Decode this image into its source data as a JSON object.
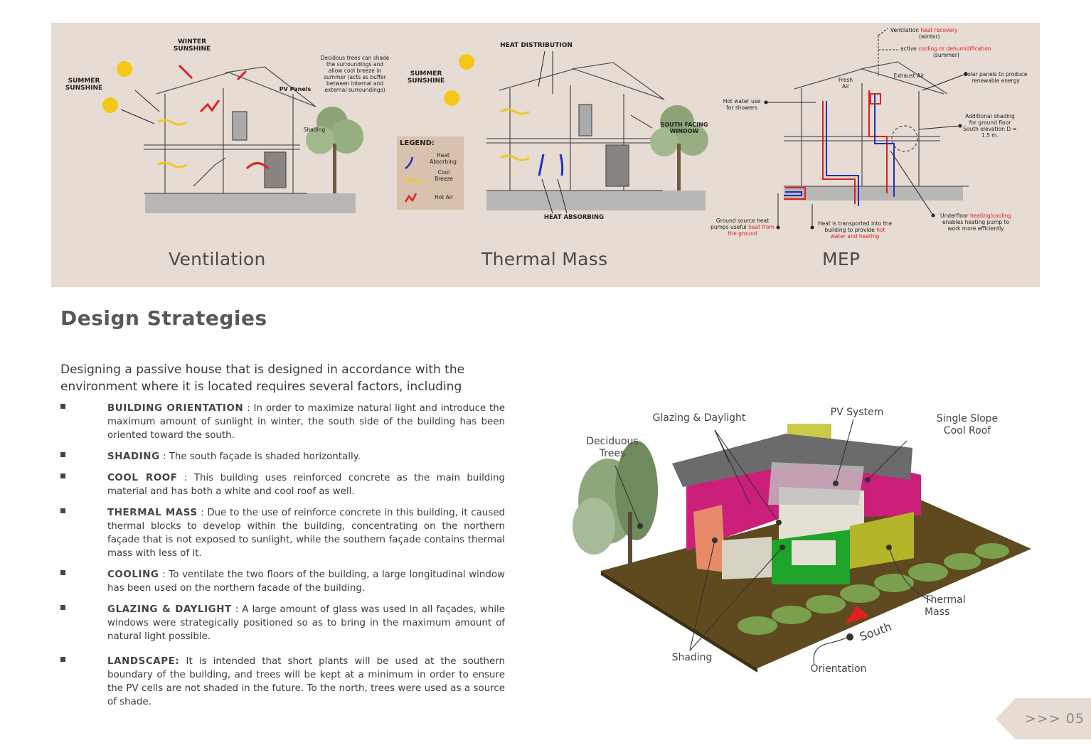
{
  "diagrams": {
    "ventilation": {
      "title": "Ventilation",
      "winter_sunshine": "WINTER SUNSHINE",
      "summer_sunshine": "SUMMER SUNSHINE",
      "deciduous_note": "Decidous trees can shade the surroundings and allow cool breeze in summer (acts as buffer between internal and external surroundings)",
      "pv_panels": "PV Panels",
      "shading": "Shading"
    },
    "thermal_mass": {
      "title": "Thermal Mass",
      "heat_distribution": "HEAT DISTRIBUTION",
      "summer_sunshine": "SUMMER SUNSHINE",
      "south_facing_window": "SOUTH FACING WINDOW",
      "heat_absorbing": "HEAT ABSORBING"
    },
    "legend": {
      "title": "LEGEND:",
      "items": [
        "Heat Absorbing",
        "Cool Breeze",
        "Hot Air"
      ]
    },
    "mep": {
      "title": "MEP",
      "ventilation_heat_recovery_pre": "Ventilation",
      "ventilation_heat_recovery_red": "heat recovery",
      "ventilation_heat_recovery_post": "(winter)",
      "active_cooling_pre": "active",
      "active_cooling_red": "cooling or dehumidification",
      "active_cooling_post": "(summer)",
      "fresh_air": "Fresh Air",
      "exhaust_air": "Exhaust Air",
      "solar_panels": "Solar panels to produce renewable energy",
      "hot_water": "Hot water use for showers",
      "additional_shading": "Additional shading for ground floor South elevation D = 1.5 m.",
      "ground_source_pre": "Ground source heat pumps useful",
      "ground_source_red": "heat from the ground",
      "heat_transport_pre": "Heat is transported into the building to provide",
      "heat_transport_red": "hot water and heating",
      "underfloor_pre": "Underfloor",
      "underfloor_red": "heating/cooling",
      "underfloor_post": "enables heating pump to work more efficiently"
    }
  },
  "heading": "Design Strategies",
  "intro": "Designing a passive house that is designed in accordance with the environment where it is located requires several factors, including",
  "strategies": [
    {
      "term": "BUILDING ORIENTATION",
      "sep": " : ",
      "text": "In order to maximize natural light and introduce the maximum amount of sunlight in winter, the south side of the building has been oriented toward the south."
    },
    {
      "term": "SHADING",
      "sep": " : ",
      "text": "The south façade is shaded horizontally."
    },
    {
      "term": "COOL ROOF",
      "sep": " : ",
      "text": "This building uses reinforced concrete as the main building material and has both a white and cool roof as well."
    },
    {
      "term": "THERMAL MASS",
      "sep": " :  ",
      "text": "Due to the use of reinforce concrete in this building, it caused thermal blocks to develop within the building, concentrating on the northern façade that is not exposed to sunlight, while the southern façade contains thermal mass with less of it."
    },
    {
      "term": "COOLING",
      "sep": " :  ",
      "text": "To ventilate the two floors of the building, a large longitudinal window has been used on the northern facade of the building."
    },
    {
      "term": "GLAZING & DAYLIGHT",
      "sep": " : ",
      "text": "A large amount of glass was used in all façades, while windows were strategically positioned so as to bring in the maximum amount of natural light possible."
    },
    {
      "term": "LANDSCAPE:",
      "sep": " ",
      "text": "It is intended that short plants will be used at the southern boundary of the building, and trees will be kept at a minimum in order to ensure the PV cells are not shaded in the future. To the north, trees were used as a source of shade."
    }
  ],
  "house_labels": {
    "glazing": "Glazing & Daylight",
    "pv": "PV System",
    "roof": "Single Slope Cool Roof",
    "trees": "Deciduous Trees",
    "thermal": "Thermal Mass",
    "south": "South",
    "shading": "Shading",
    "orientation": "Orientation"
  },
  "page_number": ">>> 05",
  "colors": {
    "band": "#e6dcd3",
    "magenta": "#cc1f7a",
    "yellow_green": "#b5b52a",
    "green": "#1fa32b",
    "salmon": "#e88a6a",
    "ground": "#5e4a1e",
    "roof": "#6b6b6b",
    "accent_red": "#e02020"
  }
}
